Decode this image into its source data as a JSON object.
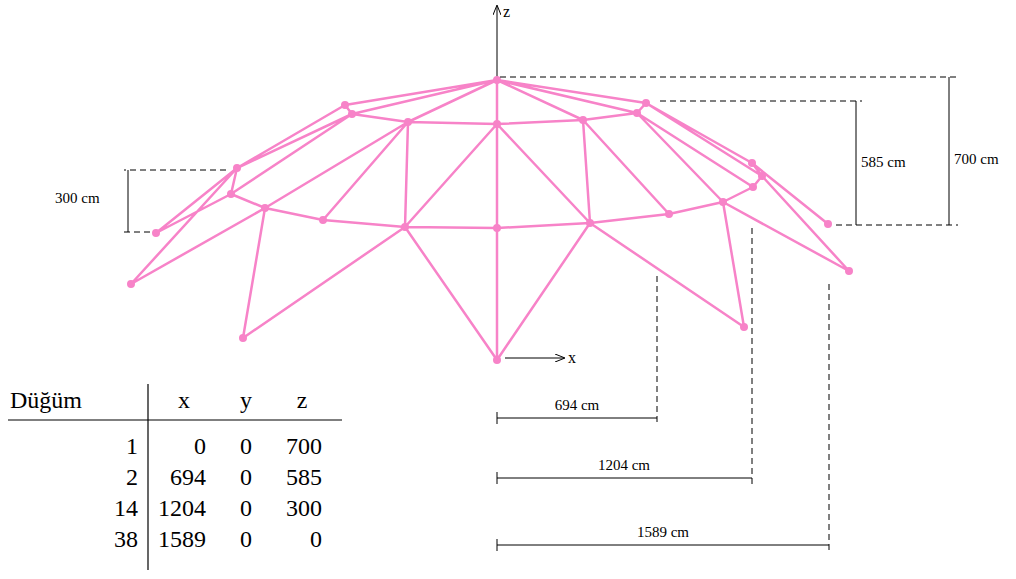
{
  "diagram": {
    "labels": [
      "z",
      "x",
      "300 cm",
      "585 cm",
      "700 cm",
      "694 cm",
      "1204 cm",
      "1589 cm",
      "Düğüm",
      "x",
      "y",
      "z",
      "1",
      "0",
      "0",
      "700",
      "2",
      "694",
      "0",
      "585",
      "14",
      "1204",
      "0",
      "300",
      "38",
      "1589",
      "0",
      "0"
    ]
  }
}
